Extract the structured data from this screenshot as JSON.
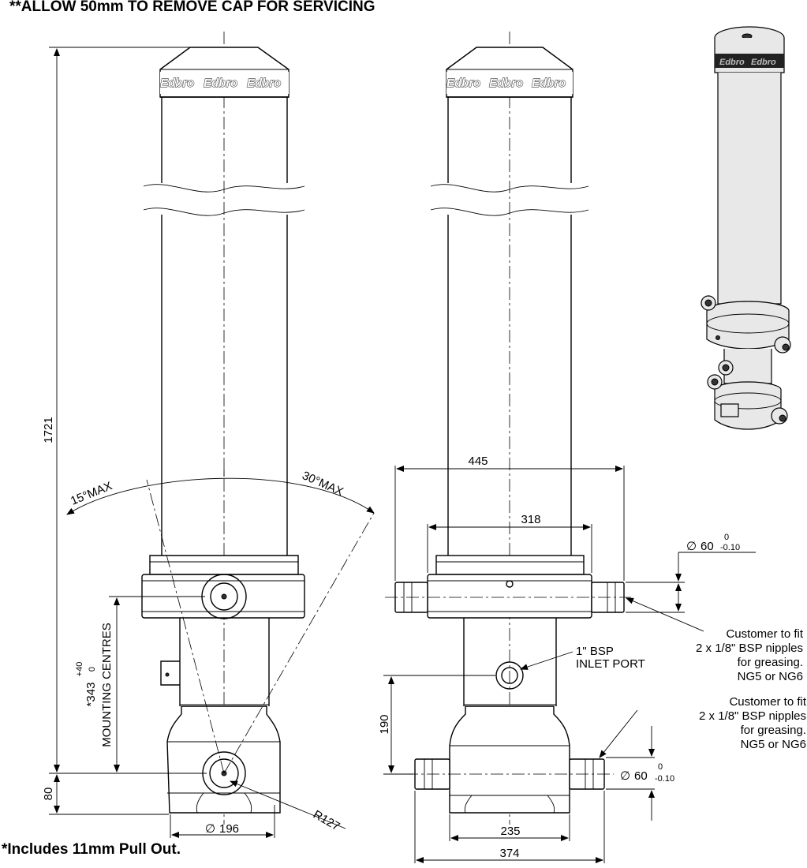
{
  "notes": {
    "top": "**ALLOW 50mm TO REMOVE CAP FOR SERVICING",
    "bottom": "*Includes 11mm Pull Out."
  },
  "cap_logo": "Edbro",
  "left_view": {
    "overall_length": "1721",
    "base_height": "80",
    "mounting_centres": "MOUNTING CENTRES",
    "mounting_value": "*343",
    "tol_upper": "+40",
    "tol_lower": "0",
    "angle_left": "15°MAX",
    "angle_right": "30°MAX",
    "radius": "R127",
    "base_diameter": "196"
  },
  "right_view": {
    "width_outer": "445",
    "width_inner": "318",
    "inlet_height": "190",
    "base_inner": "235",
    "base_outer": "374",
    "pin_diameter": "60",
    "pin_tol_upper": "0",
    "pin_tol_lower": "-0.10",
    "inlet_line1": "1\" BSP",
    "inlet_line2": "INLET PORT",
    "grease_note": [
      "Customer to fit",
      "2 x 1/8\" BSP nipples",
      "for greasing.",
      "NG5 or NG6"
    ]
  },
  "symbols": {
    "diameter": "∅"
  }
}
